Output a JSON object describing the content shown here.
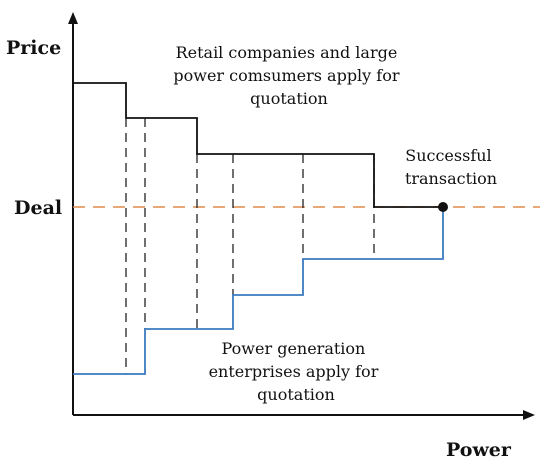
{
  "axes": {
    "y_label": "Price",
    "x_label": "Power",
    "deal_label": "Deal"
  },
  "annotations": {
    "buyers": [
      "Retail companies and large",
      "power comsumers apply for",
      "quotation"
    ],
    "success": [
      "Successful",
      "transaction"
    ],
    "sellers": [
      "Power generation",
      "enterprises apply for",
      "quotation"
    ]
  },
  "colors": {
    "buyer_curve": "#111111",
    "seller_curve": "#3a7bbf",
    "deal_line": "#e08a4a",
    "axis": "#111111"
  }
}
